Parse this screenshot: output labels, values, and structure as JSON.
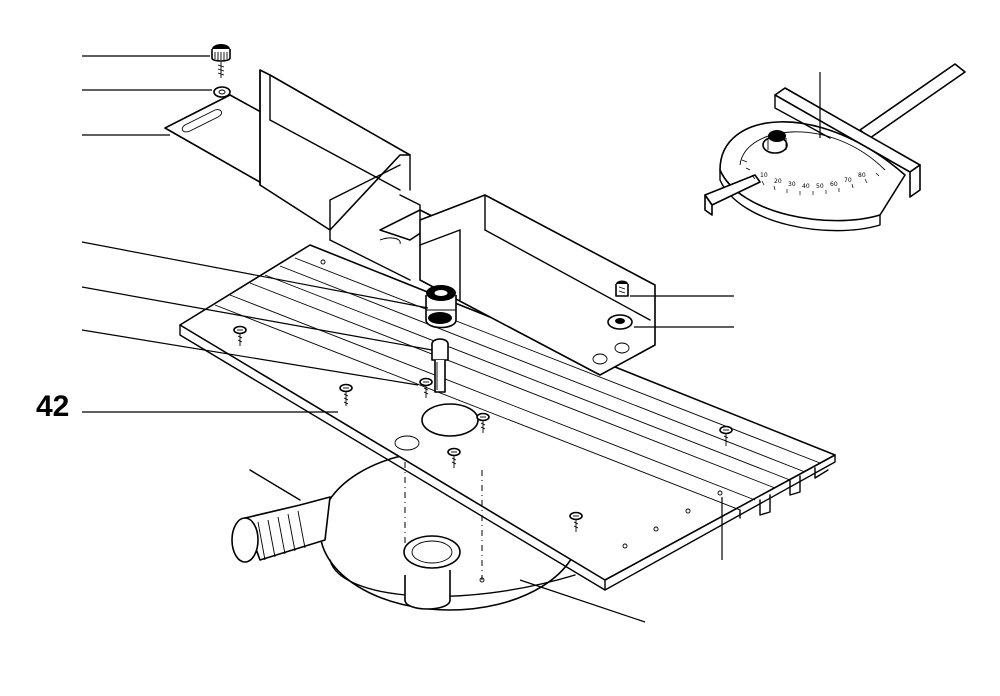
{
  "callouts": {
    "numbered": {
      "label": "42"
    }
  },
  "miter_gauge": {
    "scale_labels": [
      "10",
      "20",
      "30",
      "40",
      "50",
      "60",
      "70",
      "80"
    ]
  },
  "colors": {
    "ink": "#000000",
    "paper": "#ffffff"
  }
}
